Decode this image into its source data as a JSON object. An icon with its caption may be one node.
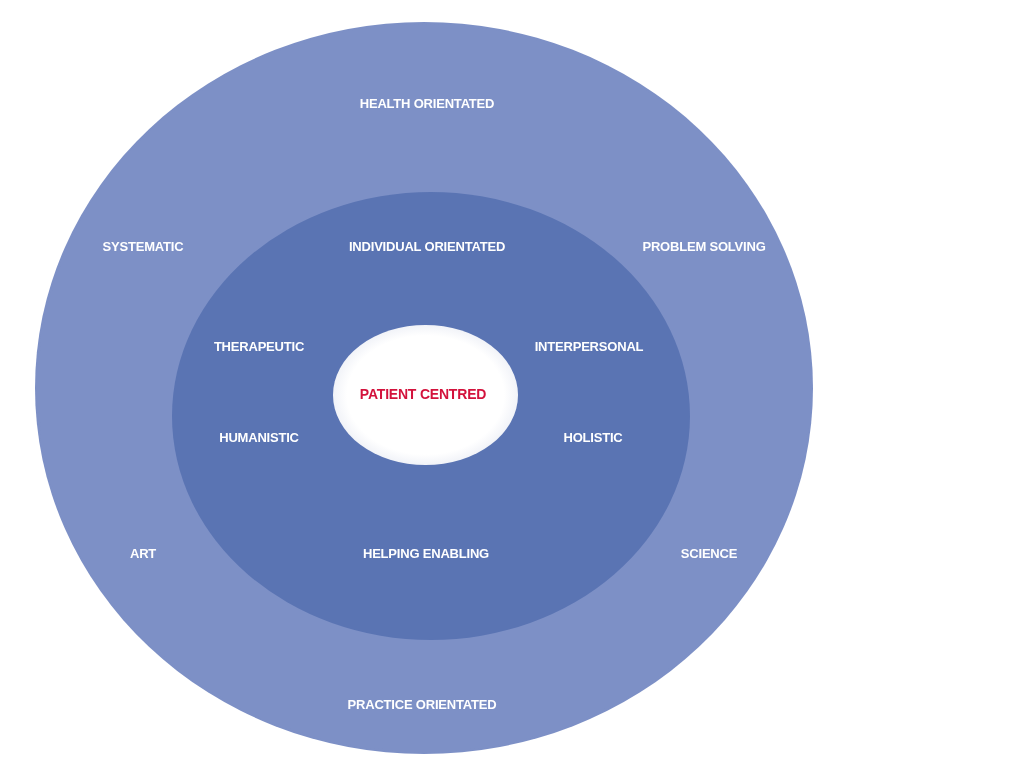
{
  "diagram": {
    "nodes": [
      {
        "text": [
          "HEALTH ORIENTATED",
          "SYSTEMATIC",
          "PROBLEM SOLVING",
          "ART",
          "SCIENCE",
          "PRACTICE ORIENTATED"
        ]
      },
      {
        "text": [
          "INDIVIDUAL ORIENTATED",
          "THERAPEUTIC",
          "INTERPERSONAL",
          "HUMANISTIC",
          "HOLISTIC",
          "HELPING ENABLING"
        ],
        "in": 0
      },
      {
        "text": [
          "PATIENT CENTRED"
        ],
        "in": 1
      }
    ],
    "edges": []
  }
}
